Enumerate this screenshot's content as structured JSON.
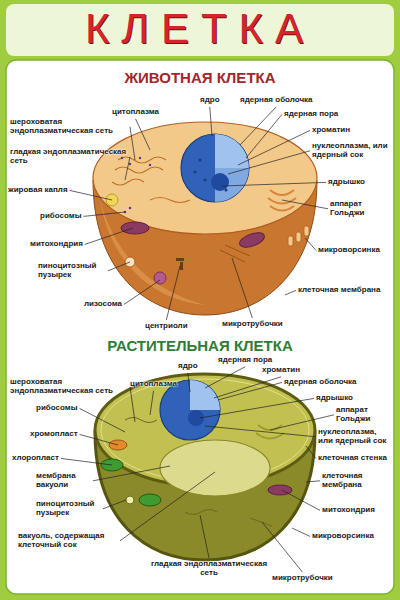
{
  "diagram": {
    "title": "КЛЕТКА",
    "labels": [
      "ЖИВОТНАЯ КЛЕТКА",
      "цитоплазма",
      "ядро",
      "ядерная оболочка",
      "ядерная пора",
      "шероховатая эндоплазматическая сеть",
      "хроматин",
      "гладкая эндоплазматическая сеть",
      "нуклеоплазма, или ядерный сок",
      "ядрышко",
      "жировая капля",
      "рибосомы",
      "аппарат Гольджи",
      "митохондрия",
      "микроворсинка",
      "пиноцитозный пузырек",
      "лизосома",
      "клеточная мембрана",
      "центриоли",
      "микротрубочки",
      "РАСТИТЕЛЬНАЯ КЛЕТКА",
      "ядро",
      "ядерная пора",
      "хроматин",
      "шероховатая эндоплазматическая сеть",
      "цитоплазма",
      "ядерная оболочка",
      "ядрышко",
      "рибосомы",
      "аппарат Гольджи",
      "хромопласт",
      "нуклеоплазма, или ядерный сок",
      "хлоропласт",
      "клеточная стенка",
      "мембрана вакуоли",
      "клеточная мембрана",
      "пиноцитозный пузырек",
      "митохондрия",
      "вакуоль, содержащая клеточный сок",
      "микроворсинка",
      "гладкая эндоплазматическая сеть",
      "микротрубочки"
    ]
  }
}
